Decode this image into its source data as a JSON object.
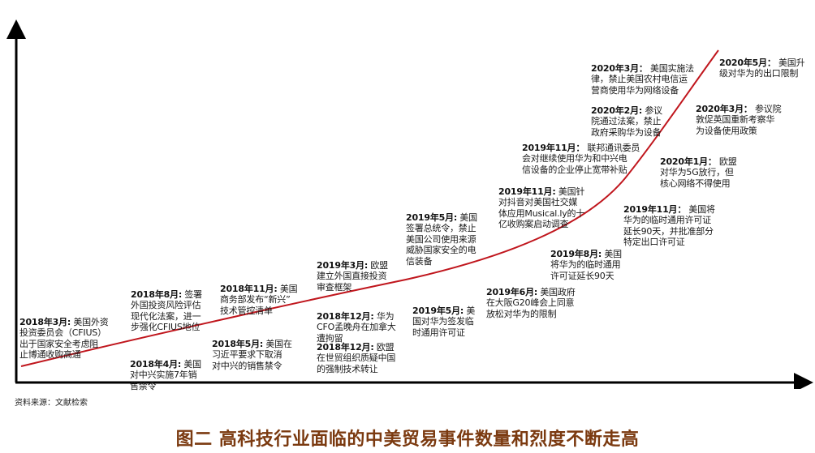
{
  "colors": {
    "axis": "#000000",
    "curve": "#c0161d",
    "caption": "#7b3a10",
    "text": "#1a1a1a"
  },
  "axes": {
    "y_axis": "arrow-up",
    "x_axis": "arrow-right",
    "xlabel": "",
    "ylabel": ""
  },
  "events": [
    {
      "date": "2018年3月:",
      "text": " 美国外资\n投资委员会（CFIUS）\n出于国家安全考虑阻\n止博通收购高通"
    },
    {
      "date": "2018年4月:",
      "text": " 美国\n对中兴实施7年销\n售禁令"
    },
    {
      "date": "2018年8月:",
      "text": " 签署\n外国投资风险评估\n现代化法案，进一\n步强化CFIUS地位"
    },
    {
      "date": "2018年5月:",
      "text": " 美国在\n习近平要求下取消\n对中兴的销售禁令"
    },
    {
      "date": "2018年11月:",
      "text": " 美国\n商务部发布“新兴”\n技术管控清单"
    },
    {
      "date": "2018年12月:",
      "text": " 华为\nCFO孟晚舟在加拿大\n遭拘留"
    },
    {
      "date": "2018年12月:",
      "text": " 欧盟\n在世贸组织质疑中国\n的强制技术转让"
    },
    {
      "date": "2019年3月:",
      "text": " 欧盟\n建立外国直接投资\n审查框架"
    },
    {
      "date": "2019年5月:",
      "text": " 美\n国对华为签发临\n时通用许可证"
    },
    {
      "date": "2019年5月:",
      "text": " 美国\n签署总统令，禁止\n美国公司使用来源\n威胁国家安全的电\n信装备"
    },
    {
      "date": "2019年6月:",
      "text": " 美国政府\n在大阪G20峰会上同意\n放松对华为的限制"
    },
    {
      "date": "2019年11月:",
      "text": " 美国针\n对抖音对美国社交媒\n体应用Musical.ly的十\n亿收购案启动调查"
    },
    {
      "date": "2019年8月:",
      "text": " 美国\n将华为的临时通用\n许可证延长90天"
    },
    {
      "date": "2019年11月：",
      "text": " 联邦通讯委员\n会对继续使用华为和中兴电\n信设备的企业停止宽带补贴"
    },
    {
      "date": "2019年11月：",
      "text": " 美国将\n华为的临时通用许可证\n延长90天，并批准部分\n特定出口许可证"
    },
    {
      "date": "2020年2月:",
      "text": " 参议\n院通过法案，禁止\n政府采购华为设备"
    },
    {
      "date": "2020年1月：",
      "text": " 欧盟\n对华为5G放行，但\n核心网络不得使用"
    },
    {
      "date": "2020年3月：",
      "text": " 美国实施法\n律，禁止美国农村电信运\n营商使用华为网络设备"
    },
    {
      "date": "2020年3月：",
      "text": " 参议院\n敦促英国重新考察华\n为设备使用政策"
    },
    {
      "date": "2020年5月：",
      "text": " 美国升\n级对华为的出口限制"
    }
  ],
  "source": "资料来源：文献检索",
  "caption": "图二 高科技行业面临的中美贸易事件数量和烈度不断走高"
}
